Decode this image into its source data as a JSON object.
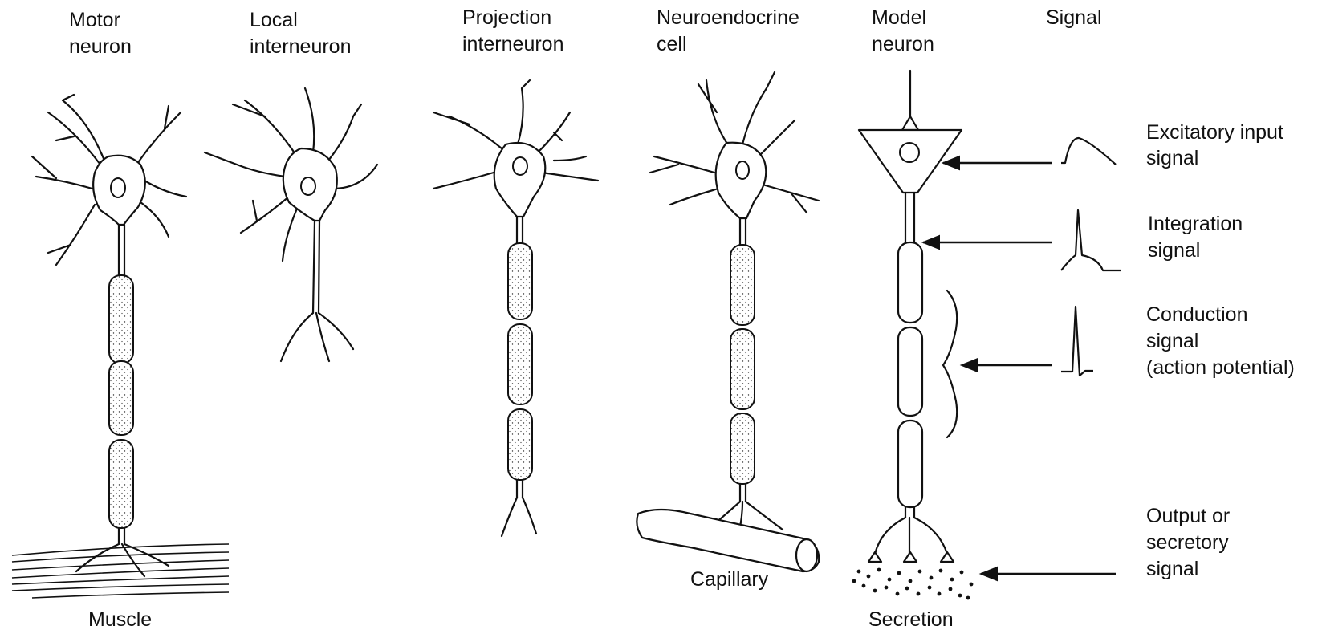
{
  "columns": {
    "motor": [
      "Motor",
      "neuron"
    ],
    "local": [
      "Local",
      "interneuron"
    ],
    "projection": [
      "Projection",
      "interneuron"
    ],
    "neuroendocrine": [
      "Neuroendocrine",
      "cell"
    ],
    "model": [
      "Model",
      "neuron"
    ],
    "signal": "Signal"
  },
  "bottom_labels": {
    "muscle": "Muscle",
    "capillary": "Capillary",
    "secretion": "Secretion"
  },
  "signals": {
    "excitatory": [
      "Excitatory input",
      "signal"
    ],
    "integration": [
      "Integration",
      "signal"
    ],
    "conduction": [
      "Conduction",
      "signal",
      "(action potential)"
    ],
    "output": [
      "Output or",
      "secretory",
      "signal"
    ]
  }
}
